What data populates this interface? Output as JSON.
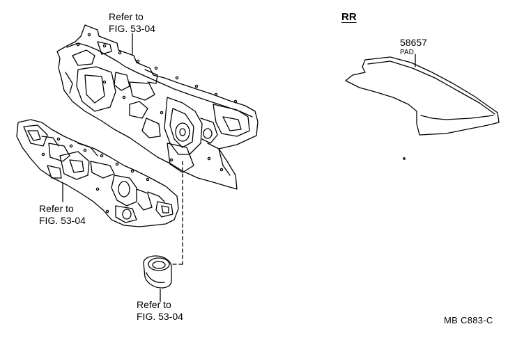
{
  "callouts": {
    "top": {
      "line1": "Refer to",
      "line2": "FIG. 53-04"
    },
    "left": {
      "line1": "Refer to",
      "line2": "FIG. 53-04"
    },
    "bottom": {
      "line1": "Refer to",
      "line2": "FIG. 53-04"
    }
  },
  "rr_section": {
    "heading": "RR",
    "part_number": "58657",
    "part_name": "PAD"
  },
  "diagram_code": "MB  C883-C",
  "colors": {
    "line": "#000000",
    "background": "#ffffff"
  }
}
